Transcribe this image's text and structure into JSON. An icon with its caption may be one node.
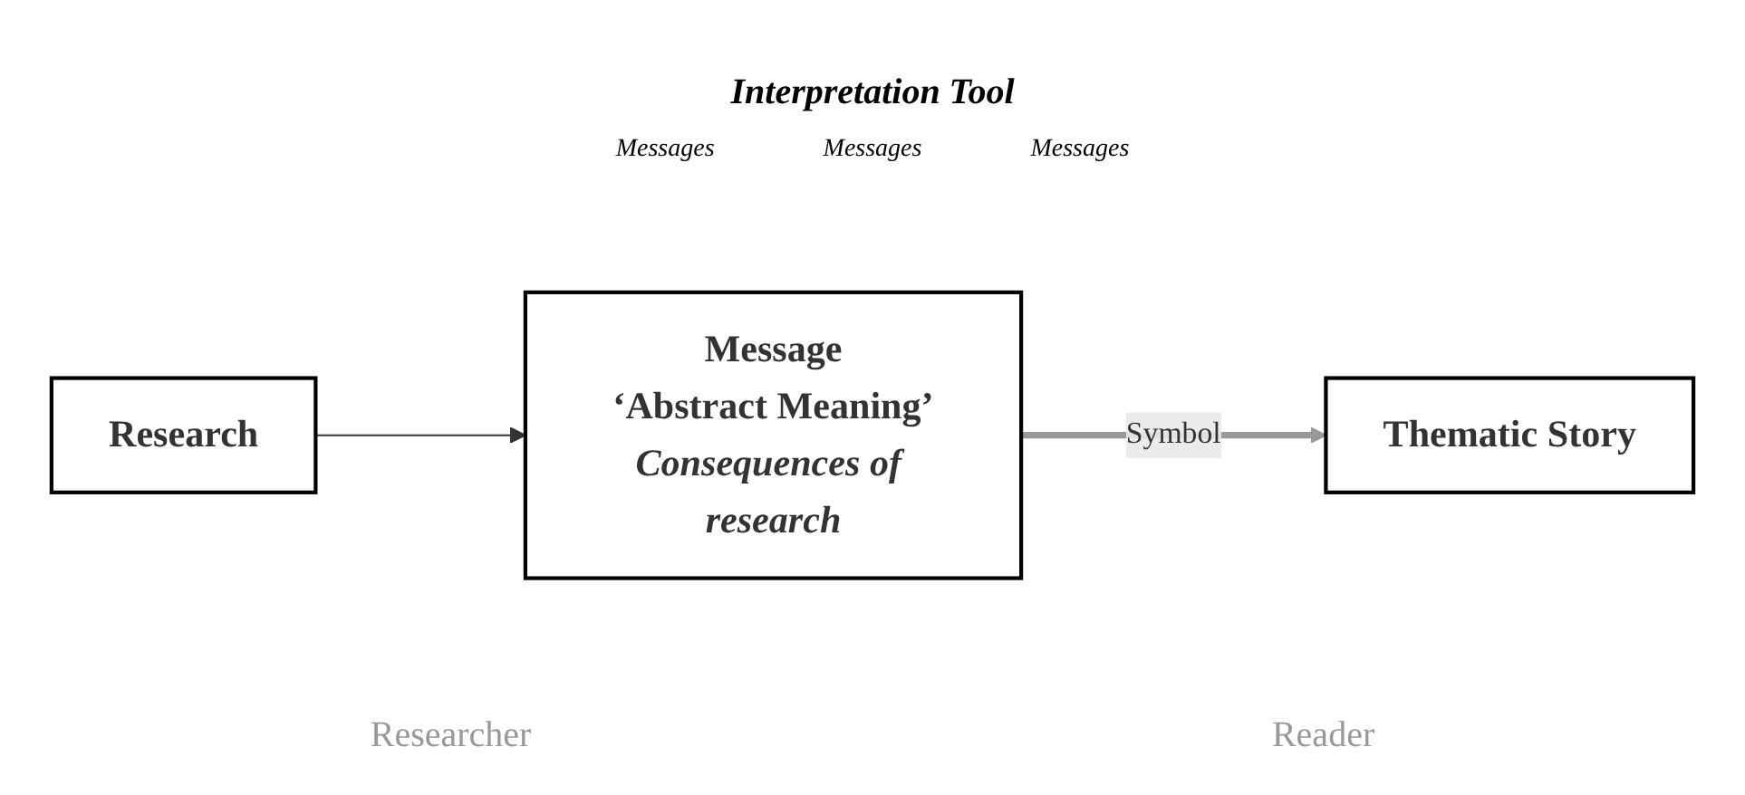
{
  "diagram": {
    "nodes": [
      {
        "text": [
          "Research"
        ]
      },
      {
        "text": [
          "Message",
          "‘Abstract Meaning’",
          "Consequences of research"
        ]
      },
      {
        "text": [
          "Thematic Story"
        ]
      }
    ],
    "edges": [
      {
        "from": 0,
        "to": 1,
        "arrow": "to"
      },
      {
        "from": 1,
        "to": 2,
        "arrow": "to",
        "label": "Symbol",
        "style": "thick",
        "color": "#999999"
      }
    ],
    "labels": [
      "Interpretation Tool",
      "Messages",
      "Messages",
      "Messages",
      "Researcher",
      "Reader"
    ]
  }
}
